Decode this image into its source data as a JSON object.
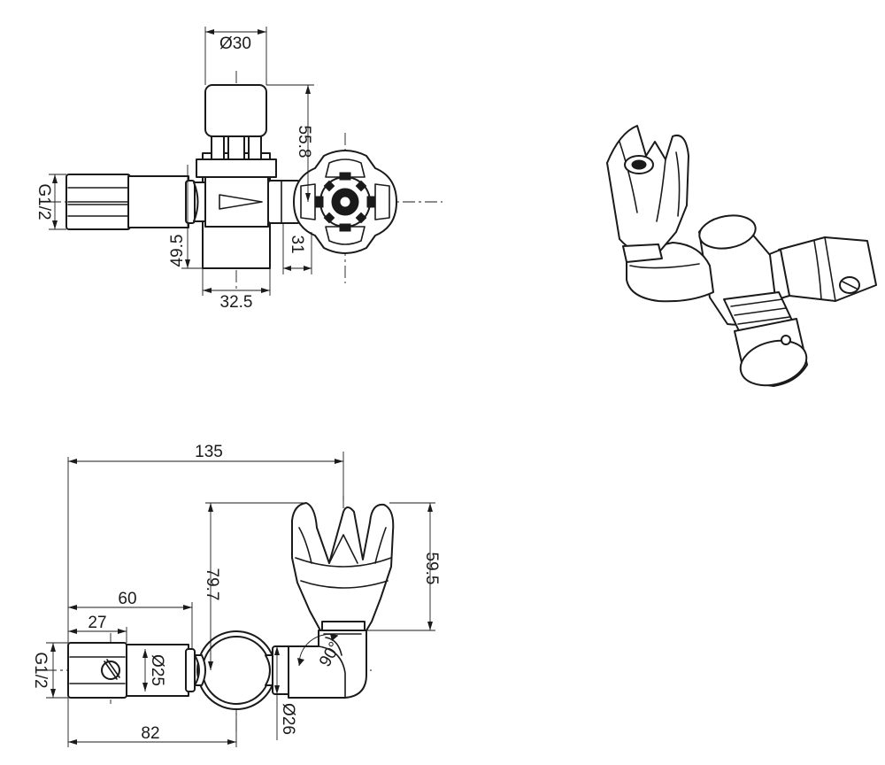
{
  "dimensions": {
    "top_view": {
      "dia_cap": "Ø30",
      "height_cap": "55.8",
      "thread": "G1/2",
      "height_lower": "49.5",
      "body_width": "32.5",
      "knob_offset": "31"
    },
    "side_view": {
      "overall_length": "135",
      "length_60": "60",
      "length_27": "27",
      "length_82": "82",
      "height_79_7": "79.7",
      "height_59_5": "59.5",
      "thread": "G1/2",
      "dia_25": "Ø25",
      "dia_26": "Ø26",
      "angle": "90°"
    }
  },
  "colors": {
    "line": "#1a1a1a",
    "background": "#ffffff"
  }
}
